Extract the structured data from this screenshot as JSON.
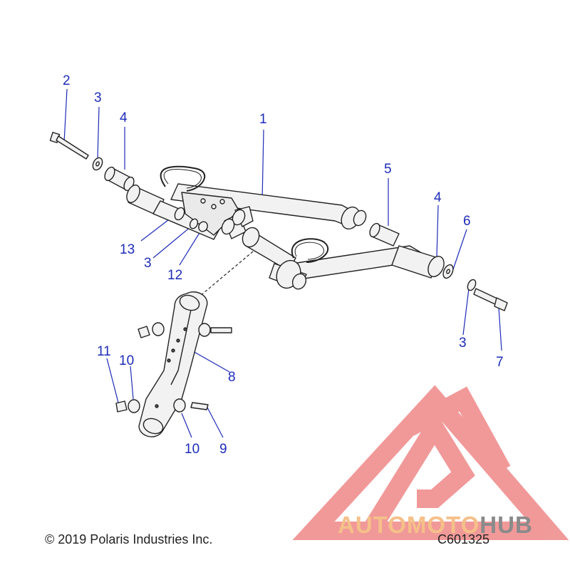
{
  "callouts": {
    "c1": "1",
    "c2": "2",
    "c3a": "3",
    "c3b": "3",
    "c3c": "3",
    "c4a": "4",
    "c4b": "4",
    "c5": "5",
    "c6": "6",
    "c7": "7",
    "c8": "8",
    "c9": "9",
    "c10a": "10",
    "c10b": "10",
    "c11": "11",
    "c12": "12",
    "c13": "13"
  },
  "footer": {
    "copyright": "© 2019 Polaris Industries Inc.",
    "figure_code": "C601325"
  },
  "watermark": {
    "word_part1": "AUTOMOTO",
    "word_part2": "HUB",
    "color_part1": "#f5c089",
    "color_part2": "#8a8a8a",
    "logo_color": "#f08f8f"
  },
  "colors": {
    "callout": "#1d2cb8",
    "leader": "#1d2cb8",
    "part_stroke": "#222222",
    "part_fill": "#f2f2f2"
  }
}
